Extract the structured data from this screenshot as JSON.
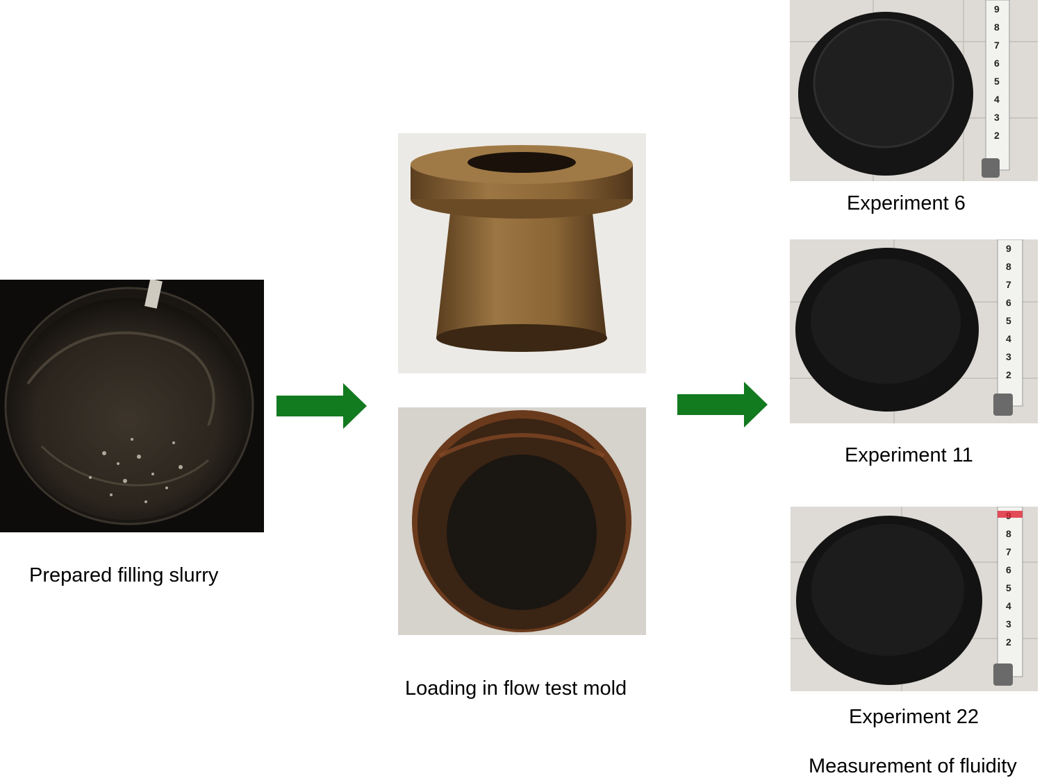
{
  "steps": {
    "slurry": {
      "caption": "Prepared filling slurry"
    },
    "mold": {
      "caption": "Loading in flow test mold"
    },
    "fluidity": {
      "caption": "Measurement of fluidity",
      "experiments": [
        {
          "label": "Experiment 6"
        },
        {
          "label": "Experiment 11"
        },
        {
          "label": "Experiment 22"
        }
      ]
    }
  },
  "tape_marks": [
    "2",
    "3",
    "4",
    "5",
    "6",
    "7",
    "8",
    "9"
  ],
  "colors": {
    "arrow": "#127a1f",
    "slurry": "#2a241d",
    "bronze": "#8a6535",
    "sample": "#151515",
    "floor": "#dedbd6"
  }
}
